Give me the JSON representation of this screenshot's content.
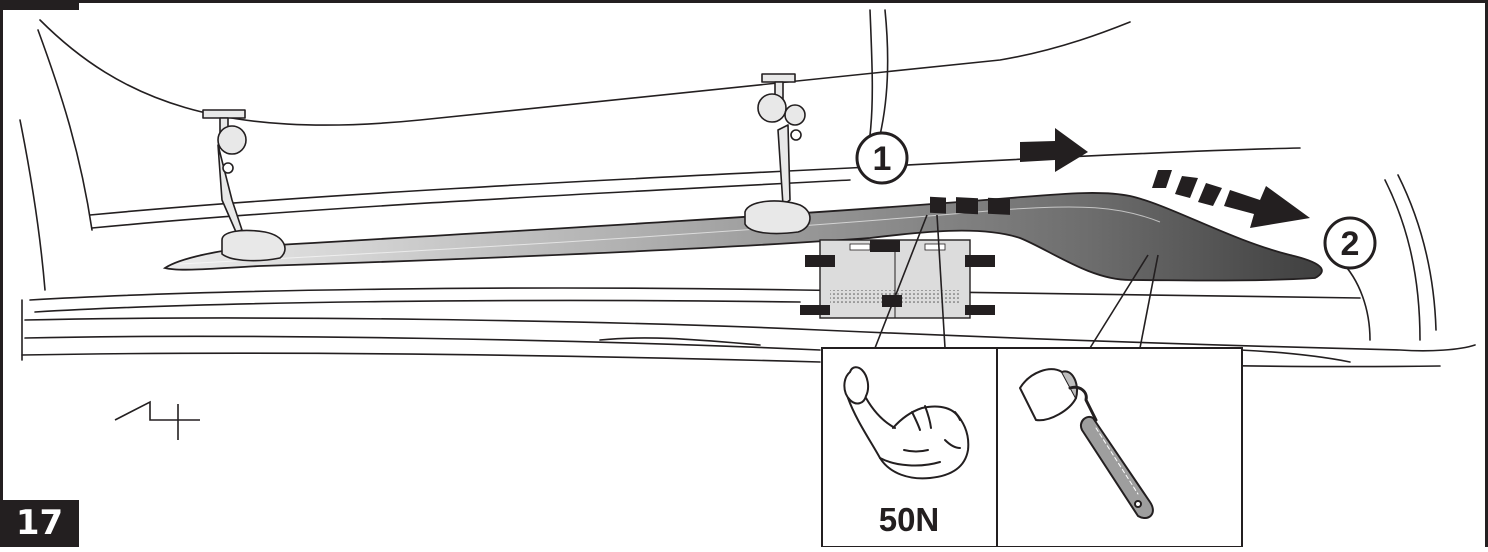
{
  "step": {
    "number": "17"
  },
  "callouts": [
    {
      "label": "1"
    },
    {
      "label": "2"
    }
  ],
  "inset": {
    "force_label": "50N"
  },
  "colors": {
    "ink": "#231f20",
    "trim_dark": "#6d6d6d",
    "trim_light": "#c4c4c4"
  },
  "icons": [
    "flexed-arm-icon",
    "pressure-roller-icon",
    "suction-cup-tool-icon",
    "template-card-icon",
    "arrow-icon"
  ]
}
